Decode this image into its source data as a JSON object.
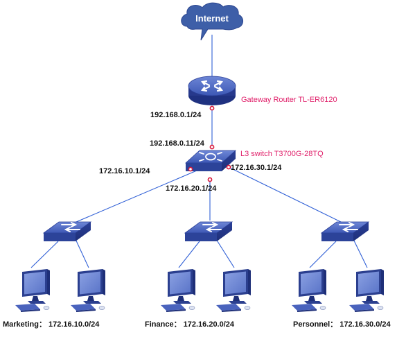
{
  "internet": {
    "label": "Internet"
  },
  "gateway": {
    "label": "Gateway Router   TL-ER6120",
    "lan_ip": "192.168.0.1/24"
  },
  "l3switch": {
    "label": "L3 switch   T3700G-28TQ",
    "uplink_ip": "192.168.0.11/24",
    "port_ips": [
      "172.16.10.1/24",
      "172.16.20.1/24",
      "172.16.30.1/24"
    ]
  },
  "departments": [
    {
      "label": "Marketing： 172.16.10.0/24"
    },
    {
      "label": "Finance： 172.16.20.0/24"
    },
    {
      "label": "Personnel： 172.16.30.0/24"
    }
  ],
  "colors": {
    "device_blue": "#2e4aa8",
    "device_top": "#5a75cc",
    "line_blue": "#2f5fd6",
    "port_red": "#d8183a",
    "device_label": "#e0206a",
    "cloud": "#3e5fa8"
  }
}
